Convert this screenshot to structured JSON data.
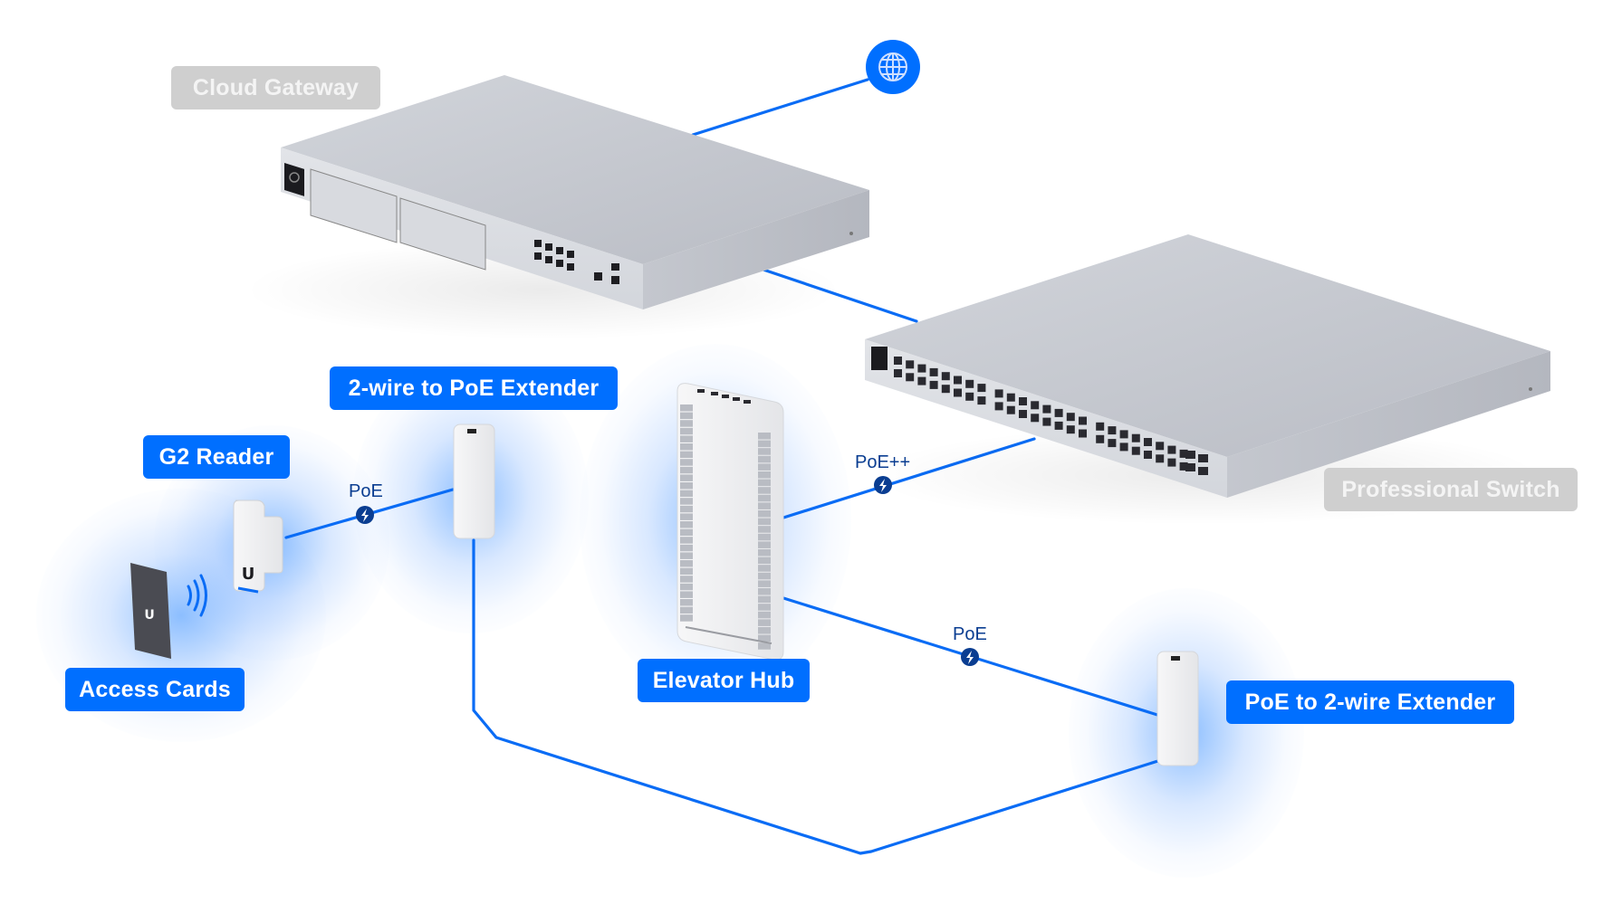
{
  "diagram": {
    "title": "UniFi Access Elevator Topology",
    "colors": {
      "accent": "#006fff",
      "link": "#0a6cf5",
      "poe_badge": "#0a3d91",
      "muted_label_bg": "#cfcfcf",
      "device_gray": "#c9ccd3"
    },
    "internet": {
      "icon": "globe-icon"
    },
    "nodes": [
      {
        "id": "cloud-gateway",
        "label": "Cloud Gateway",
        "style": "muted"
      },
      {
        "id": "professional-switch",
        "label": "Professional Switch",
        "style": "muted"
      },
      {
        "id": "elevator-hub",
        "label": "Elevator Hub",
        "style": "primary"
      },
      {
        "id": "two-wire-to-poe-extender",
        "label": "2-wire to PoE Extender",
        "style": "primary"
      },
      {
        "id": "g2-reader",
        "label": "G2 Reader",
        "style": "primary"
      },
      {
        "id": "access-cards",
        "label": "Access Cards",
        "style": "primary"
      },
      {
        "id": "poe-to-two-wire-extender",
        "label": "PoE to 2-wire Extender",
        "style": "primary"
      }
    ],
    "links": [
      {
        "from": "internet",
        "to": "cloud-gateway",
        "label": ""
      },
      {
        "from": "cloud-gateway",
        "to": "professional-switch",
        "label": ""
      },
      {
        "from": "professional-switch",
        "to": "elevator-hub",
        "label": "PoE++",
        "icon": "lightning-icon"
      },
      {
        "from": "elevator-hub",
        "to": "poe-to-two-wire-extender",
        "label": "PoE",
        "icon": "lightning-icon"
      },
      {
        "from": "poe-to-two-wire-extender",
        "to": "two-wire-to-poe-extender",
        "label": ""
      },
      {
        "from": "two-wire-to-poe-extender",
        "to": "g2-reader",
        "label": "PoE",
        "icon": "lightning-icon"
      },
      {
        "from": "access-cards",
        "to": "g2-reader",
        "label": "",
        "icon": "nfc-wave-icon"
      }
    ],
    "poe_labels": {
      "reader_link": "PoE",
      "switch_link": "PoE++",
      "extender_link": "PoE"
    }
  }
}
